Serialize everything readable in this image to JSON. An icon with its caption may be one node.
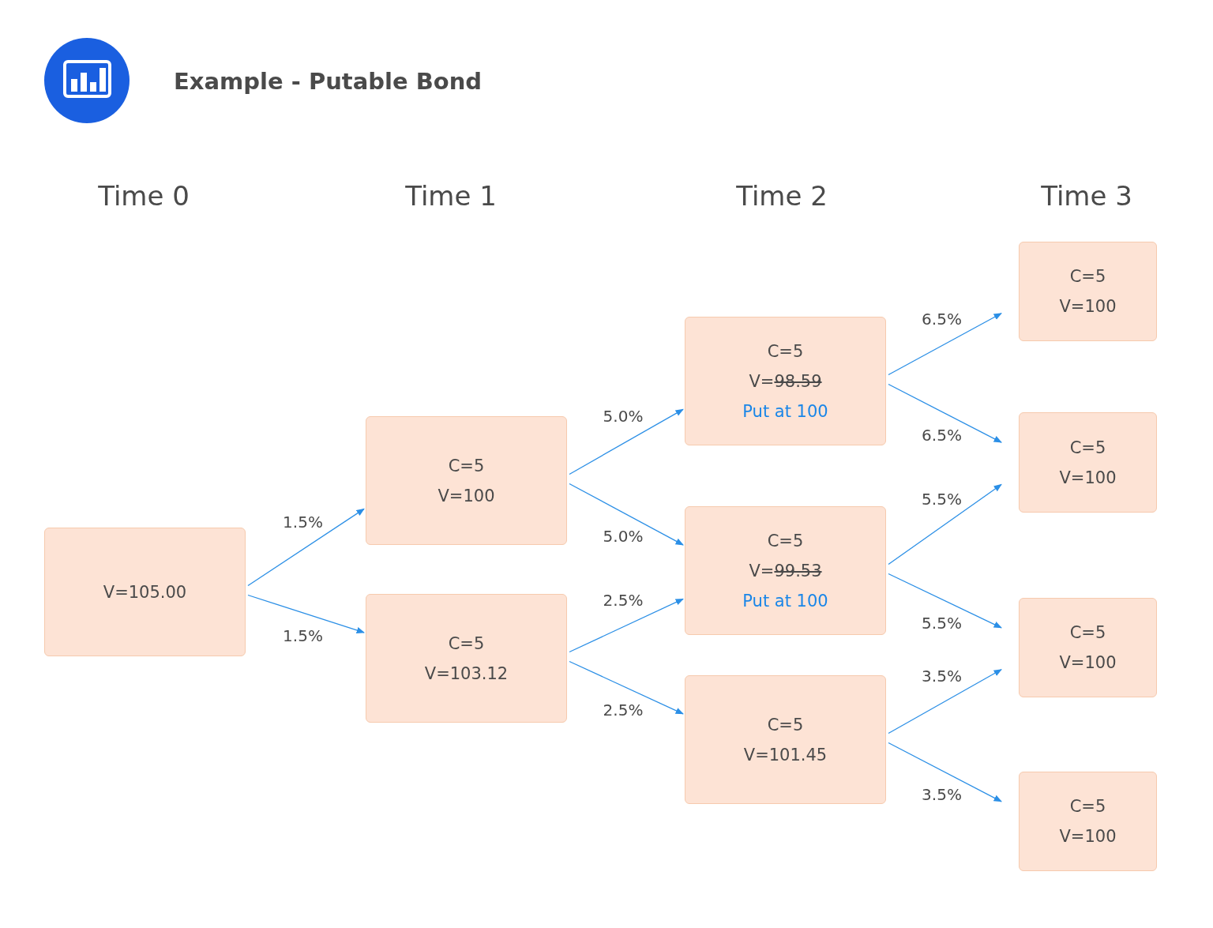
{
  "diagram": {
    "title": "Example - Putable Bond",
    "nodes": [
      {
        "text": [
          "V=105.00"
        ]
      },
      {
        "text": [
          "C=5",
          "V=100"
        ]
      },
      {
        "text": [
          "C=5",
          "V=103.12"
        ]
      },
      {
        "text": [
          "C=5",
          "V=98.59",
          "Put at 100"
        ]
      },
      {
        "text": [
          "C=5",
          "V=99.53",
          "Put at 100"
        ]
      },
      {
        "text": [
          "C=5",
          "V=101.45"
        ]
      },
      {
        "text": [
          "C=5",
          "V=100"
        ]
      },
      {
        "text": [
          "C=5",
          "V=100"
        ]
      },
      {
        "text": [
          "C=5",
          "V=100"
        ]
      },
      {
        "text": [
          "C=5",
          "V=100"
        ]
      }
    ],
    "edges": [
      {
        "from": 0,
        "to": 1,
        "arrow": "to",
        "label": "1.5%"
      },
      {
        "from": 0,
        "to": 2,
        "arrow": "to",
        "label": "1.5%"
      },
      {
        "from": 1,
        "to": 3,
        "arrow": "to",
        "label": "5.0%"
      },
      {
        "from": 1,
        "to": 4,
        "arrow": "to",
        "label": "5.0%"
      },
      {
        "from": 2,
        "to": 4,
        "arrow": "to",
        "label": "2.5%"
      },
      {
        "from": 2,
        "to": 5,
        "arrow": "to",
        "label": "2.5%"
      },
      {
        "from": 3,
        "to": 6,
        "arrow": "to",
        "label": "6.5%"
      },
      {
        "from": 3,
        "to": 7,
        "arrow": "to",
        "label": "6.5%"
      },
      {
        "from": 4,
        "to": 7,
        "arrow": "to",
        "label": "5.5%"
      },
      {
        "from": 4,
        "to": 8,
        "arrow": "to",
        "label": "5.5%"
      },
      {
        "from": 5,
        "to": 8,
        "arrow": "to",
        "label": "3.5%"
      },
      {
        "from": 5,
        "to": 9,
        "arrow": "to",
        "label": "3.5%"
      }
    ],
    "labels": [
      "Time 0",
      "Time 1",
      "Time 2",
      "Time 3"
    ]
  }
}
